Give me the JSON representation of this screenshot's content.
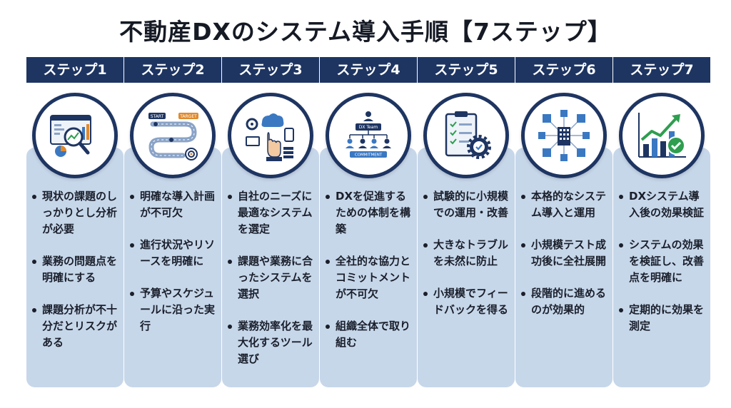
{
  "title": "不動産DXのシステム導入手順【7ステップ】",
  "steps": [
    {
      "label": "ステップ1",
      "icon": "analysis-magnifier-icon",
      "bullets": [
        "現状の課題のしっかりとし分析が必要",
        "業務の問題点を明確にする",
        "課題分析が不十分だとリスクがある"
      ]
    },
    {
      "label": "ステップ2",
      "icon": "roadmap-icon",
      "icon_labels": {
        "start": "START",
        "target": "TARGET"
      },
      "bullets": [
        "明確な導入計画が不可欠",
        "進行状況やリソースを明確に",
        "予算やスケジュールに沿った実行"
      ]
    },
    {
      "label": "ステップ3",
      "icon": "cloud-system-selection-icon",
      "bullets": [
        "自社のニーズに最適なシステムを選定",
        "課題や業務に合ったシステムを選択",
        "業務効率化を最大化するツール選び"
      ]
    },
    {
      "label": "ステップ4",
      "icon": "dx-team-org-icon",
      "icon_labels": {
        "team": "DX Team",
        "commitment": "COMMITMENT"
      },
      "bullets": [
        "DXを促進するための体制を構築",
        "全社的な協力とコミットメントが不可欠",
        "組織全体で取り組む"
      ]
    },
    {
      "label": "ステップ5",
      "icon": "checklist-gear-icon",
      "bullets": [
        "試験的に小規模での運用・改善",
        "大きなトラブルを未然に防止",
        "小規模でフィードバックを得る"
      ]
    },
    {
      "label": "ステップ6",
      "icon": "building-network-icon",
      "bullets": [
        "本格的なシステム導入と運用",
        "小規模テスト成功後に全社展開",
        "段階的に進めるのが効果的"
      ]
    },
    {
      "label": "ステップ7",
      "icon": "growth-chart-check-icon",
      "bullets": [
        "DXシステム導入後の効果検証",
        "システムの効果を検証し、改善点を明確に",
        "定期的に効果を測定"
      ]
    }
  ],
  "colors": {
    "header_bg": "#1e3562",
    "card_bg": "#c7d7ea",
    "accent_green": "#2e9e4f",
    "accent_blue": "#3a78c2"
  }
}
